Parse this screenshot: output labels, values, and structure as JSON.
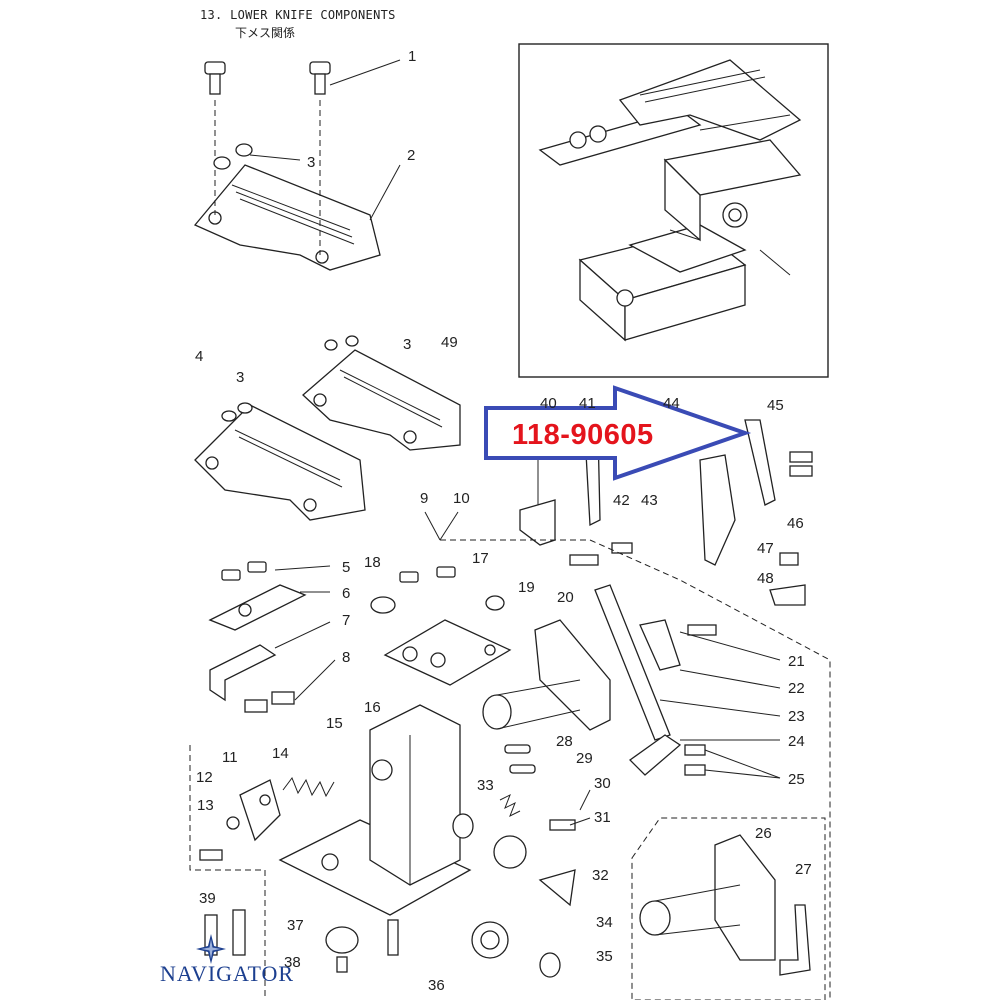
{
  "header": {
    "title": "13. LOWER KNIFE COMPONENTS",
    "subtitle": "下メス関係"
  },
  "callout": {
    "part_number": "118-90605",
    "arrow_color": "#3a4bb5",
    "text_color": "#e4141c"
  },
  "logo": {
    "text": "NAVIGATOR",
    "color": "#1c3f8f"
  },
  "part_labels": [
    "1",
    "2",
    "3",
    "3",
    "3",
    "4",
    "5",
    "6",
    "7",
    "8",
    "9",
    "10",
    "11",
    "12",
    "13",
    "14",
    "15",
    "16",
    "17",
    "18",
    "19",
    "20",
    "21",
    "22",
    "23",
    "24",
    "25",
    "26",
    "27",
    "28",
    "29",
    "30",
    "31",
    "32",
    "33",
    "34",
    "35",
    "36",
    "37",
    "38",
    "39",
    "40",
    "41",
    "42",
    "43",
    "44",
    "45",
    "46",
    "47",
    "48",
    "49"
  ]
}
